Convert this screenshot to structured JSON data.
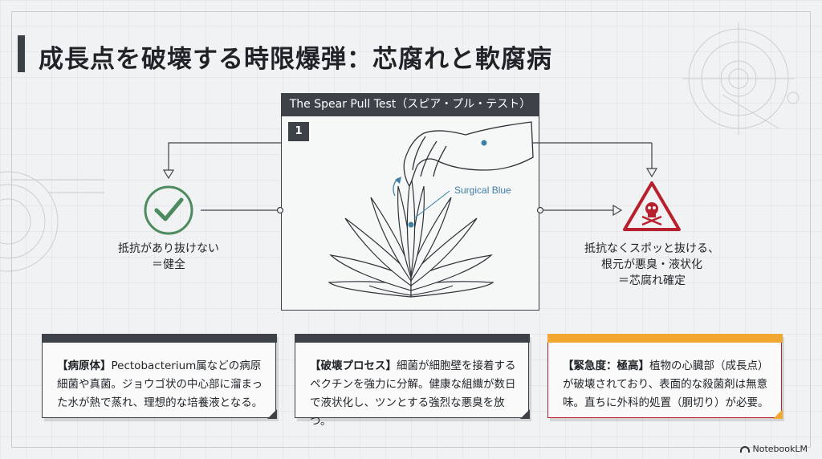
{
  "title": "成長点を破壊する時限爆弾：芯腐れと軟腐病",
  "panel": {
    "header": "The Spear Pull Test（スピア・プル・テスト）",
    "step_number": "1",
    "plant_label": "Surgical Blue"
  },
  "outcomes": {
    "healthy": {
      "icon": "check-circle-icon",
      "line1": "抵抗があり抜けない",
      "line2": "＝健全"
    },
    "rotten": {
      "icon": "skull-warning-icon",
      "line1": "抵抗なくスポッと抜ける、",
      "line2": "根元が悪臭・液状化",
      "line3": "＝芯腐れ確定"
    }
  },
  "cards": [
    {
      "heading": "【病原体】",
      "body": "Pectobacterium属などの病原細菌や真菌。ジョウゴ状の中心部に溜まった水が熱で蒸れ、理想的な培養液となる。"
    },
    {
      "heading": "【破壊プロセス】",
      "body": "細菌が細胞壁を接着するペクチンを強力に分解。健康な組織が数日で液状化し、ツンとする強烈な悪臭を放つ。"
    },
    {
      "heading": "【緊急度：極高】",
      "body": "植物の心臓部（成長点）が破壊されており、表面的な殺菌剤は無意味。直ちに外科的処置（胴切り）が必要。"
    }
  ],
  "colors": {
    "dark": "#3d4248",
    "healthy_green": "#4d8a5e",
    "danger_red": "#b8202e",
    "alert_orange": "#f2a830",
    "accent_blue": "#3f7fa6"
  },
  "brand": "NotebookLM"
}
